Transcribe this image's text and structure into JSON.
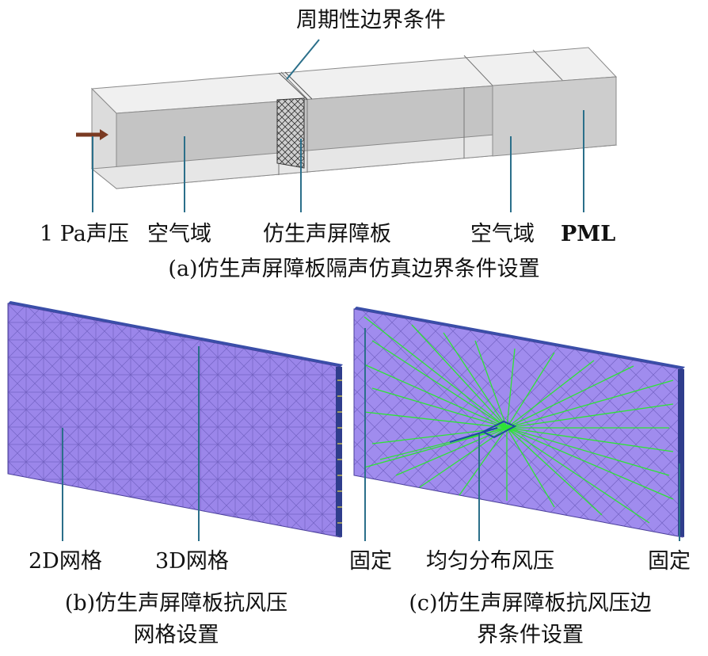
{
  "panel_a": {
    "top_label": "周期性边界条件",
    "labels": {
      "pressure": "1 Pa声压",
      "air_left": "空气域",
      "panel": "仿生声屏障板",
      "air_right": "空气域",
      "pml": "PML"
    },
    "caption": "(a)仿生声屏障板隔声仿真边界条件设置"
  },
  "panel_b": {
    "labels": {
      "mesh2d": "2D网格",
      "mesh3d": "3D网格"
    },
    "caption_line1": "(b)仿生声屏障板抗风压",
    "caption_line2": "网格设置"
  },
  "panel_c": {
    "labels": {
      "fixed_left": "固定",
      "load": "均匀分布风压",
      "fixed_right": "固定"
    },
    "caption_line1": "(c)仿生声屏障板抗风压边",
    "caption_line2": "界条件设置"
  },
  "colors": {
    "box_top": "#ececec",
    "box_front": "#d9d9d9",
    "box_inner": "#bdbdbd",
    "mesh_fill": "#9b86ea",
    "mesh_line": "#6f5fb8",
    "load_green": "#22ee22",
    "leader": "#2b6f8a",
    "arrow": "#7a3a22"
  }
}
